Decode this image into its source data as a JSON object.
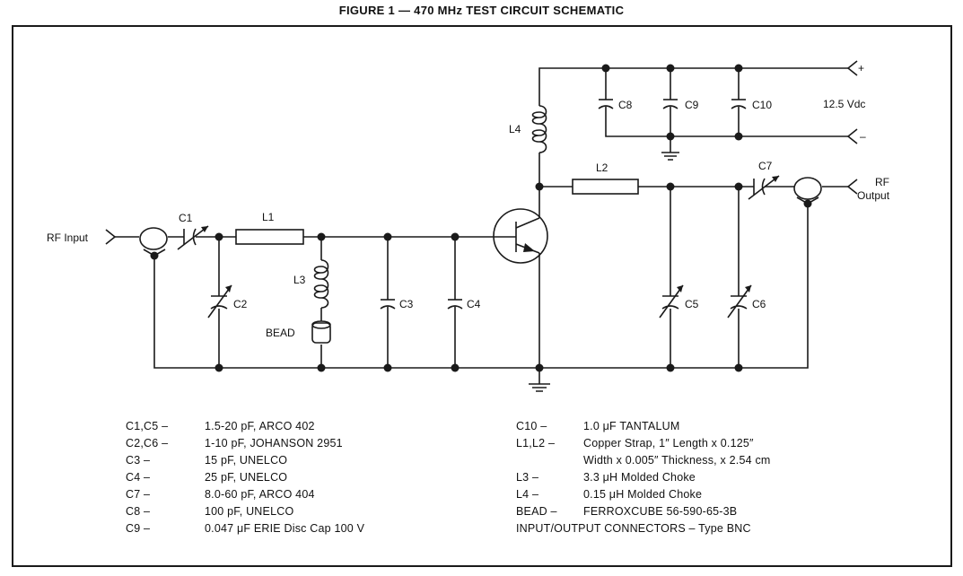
{
  "figure": {
    "title": "FIGURE 1 — 470 MHz TEST CIRCUIT SCHEMATIC"
  },
  "labels": {
    "rf_input": "RF Input",
    "rf_output_1": "RF",
    "rf_output_2": "Output",
    "supply": "12.5 Vdc",
    "plus": "+",
    "minus": "–",
    "bead": "BEAD",
    "c1": "C1",
    "c2": "C2",
    "c3": "C3",
    "c4": "C4",
    "c5": "C5",
    "c6": "C6",
    "c7": "C7",
    "c8": "C8",
    "c9": "C9",
    "c10": "C10",
    "l1": "L1",
    "l2": "L2",
    "l3": "L3",
    "l4": "L4"
  },
  "parts_left": [
    {
      "ref": "C1,C5 –",
      "desc": "1.5-20 pF, ARCO 402"
    },
    {
      "ref": "C2,C6 –",
      "desc": "1-10 pF, JOHANSON 2951"
    },
    {
      "ref": "C3 –",
      "desc": "15 pF, UNELCO"
    },
    {
      "ref": "C4 –",
      "desc": "25 pF, UNELCO"
    },
    {
      "ref": "C7 –",
      "desc": "8.0-60 pF, ARCO 404"
    },
    {
      "ref": "C8 –",
      "desc": "100 pF, UNELCO"
    },
    {
      "ref": "C9 –",
      "desc": "0.047 μF ERIE Disc Cap 100 V"
    }
  ],
  "parts_right": [
    {
      "ref": "C10 –",
      "desc": "1.0 μF TANTALUM"
    },
    {
      "ref": "L1,L2 –",
      "desc": "Copper Strap, 1″ Length x 0.125″"
    },
    {
      "ref": "",
      "desc": "Width x 0.005″ Thickness, x 2.54 cm"
    },
    {
      "ref": "L3 –",
      "desc": "3.3 μH Molded Choke"
    },
    {
      "ref": "L4 –",
      "desc": "0.15 μH Molded Choke"
    },
    {
      "ref": "BEAD –",
      "desc": "FERROXCUBE 56-590-65-3B"
    },
    {
      "ref": "INPUT/OUTPUT CONNECTORS – Type BNC",
      "desc": ""
    }
  ]
}
